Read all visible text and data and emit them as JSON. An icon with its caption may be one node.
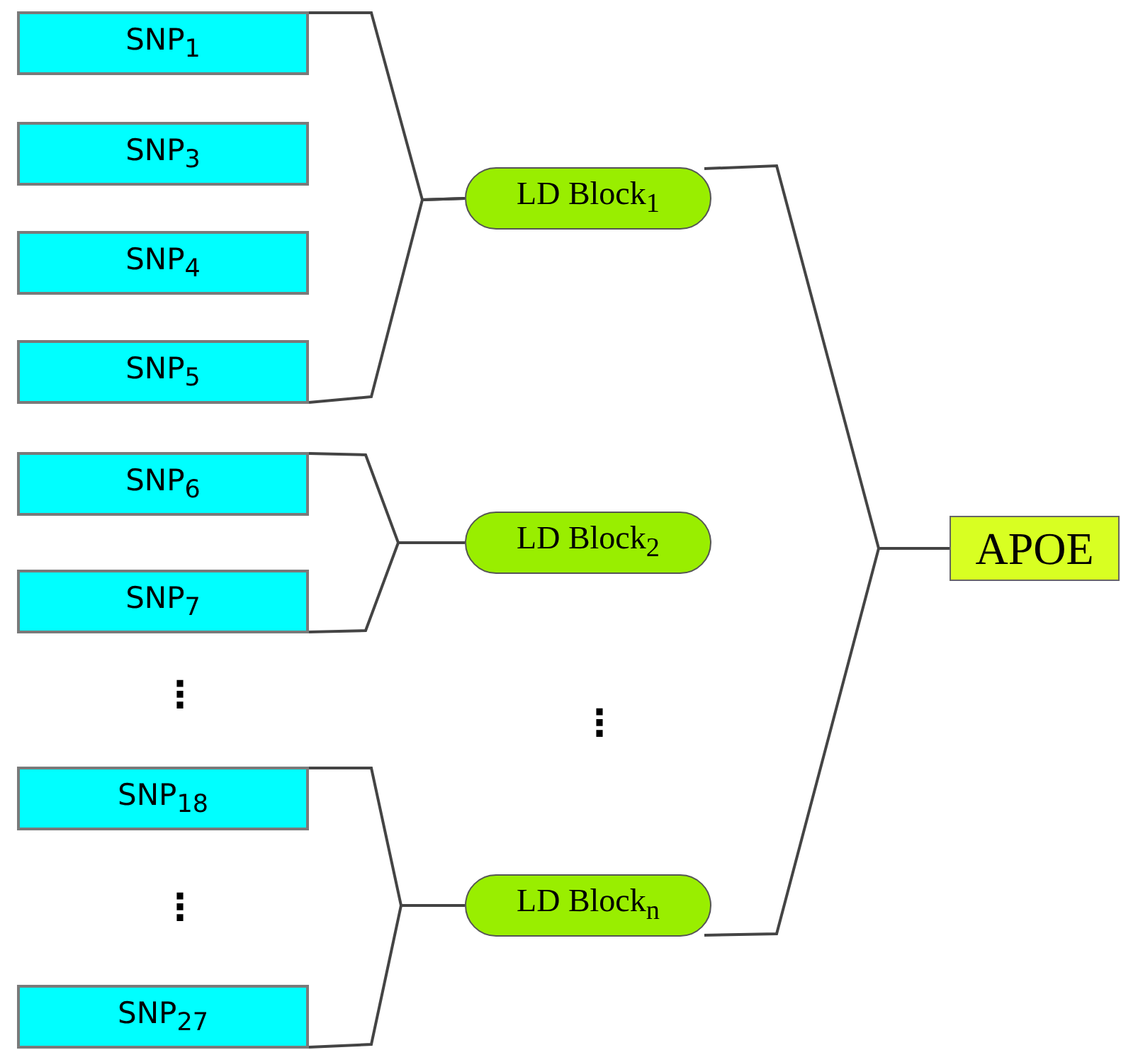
{
  "diagram": {
    "nodes": [
      {
        "text": [
          "SNP$_{1}$"
        ]
      },
      {
        "text": [
          "SNP$_{3}$"
        ]
      },
      {
        "text": [
          "SNP$_{4}$"
        ]
      },
      {
        "text": [
          "SNP$_{5}$"
        ]
      },
      {
        "text": [
          "SNP$_{6}$"
        ]
      },
      {
        "text": [
          "SNP$_{7}$"
        ]
      },
      {
        "text": [
          "SNP$_{18}$"
        ]
      },
      {
        "text": [
          "SNP$_{27}$"
        ]
      },
      {
        "text": [
          "LD Block$_{1}$"
        ]
      },
      {
        "text": [
          "LD Block$_{2}$"
        ]
      },
      {
        "text": [
          "LD Block$_{n}$"
        ]
      },
      {
        "text": [
          "APOE"
        ]
      }
    ],
    "edges": [
      {
        "from": 0,
        "to": 8,
        "arrow": "none"
      },
      {
        "from": 3,
        "to": 8,
        "arrow": "none"
      },
      {
        "from": 4,
        "to": 9,
        "arrow": "none"
      },
      {
        "from": 5,
        "to": 9,
        "arrow": "none"
      },
      {
        "from": 6,
        "to": 10,
        "arrow": "none"
      },
      {
        "from": 7,
        "to": 10,
        "arrow": "none"
      },
      {
        "from": 8,
        "to": 11,
        "arrow": "none"
      },
      {
        "from": 10,
        "to": 11,
        "arrow": "none"
      }
    ],
    "labels": [
      "⋮",
      "⋮",
      "⋮"
    ]
  }
}
